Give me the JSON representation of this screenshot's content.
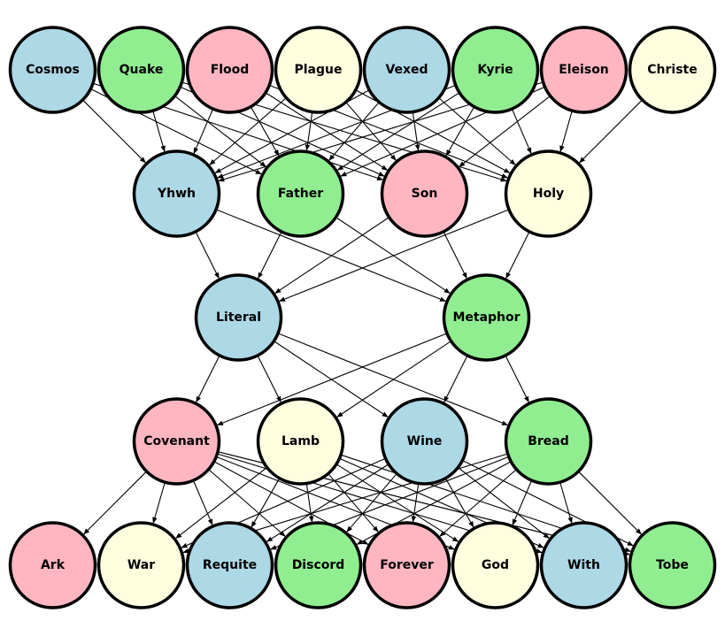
{
  "palette": {
    "blue": "#add8e6",
    "green": "#90ee90",
    "pink": "#ffb6c1",
    "yellow": "#ffffe0"
  },
  "layers": [
    [
      {
        "id": "cosmos",
        "label": "Cosmos",
        "color": "blue"
      },
      {
        "id": "quake",
        "label": "Quake",
        "color": "green"
      },
      {
        "id": "flood",
        "label": "Flood",
        "color": "pink"
      },
      {
        "id": "plague",
        "label": "Plague",
        "color": "yellow"
      },
      {
        "id": "vexed",
        "label": "Vexed",
        "color": "blue"
      },
      {
        "id": "kyrie",
        "label": "Kyrie",
        "color": "green"
      },
      {
        "id": "eleison",
        "label": "Eleison",
        "color": "pink"
      },
      {
        "id": "christe",
        "label": "Christe",
        "color": "yellow"
      }
    ],
    [
      {
        "id": "yhwh",
        "label": "Yhwh",
        "color": "blue"
      },
      {
        "id": "father",
        "label": "Father",
        "color": "green"
      },
      {
        "id": "son",
        "label": "Son",
        "color": "pink"
      },
      {
        "id": "holy",
        "label": "Holy",
        "color": "yellow"
      }
    ],
    [
      {
        "id": "literal",
        "label": "Literal",
        "color": "blue"
      },
      {
        "id": "metaphor",
        "label": "Metaphor",
        "color": "green"
      }
    ],
    [
      {
        "id": "covenant",
        "label": "Covenant",
        "color": "pink"
      },
      {
        "id": "lamb",
        "label": "Lamb",
        "color": "yellow"
      },
      {
        "id": "wine",
        "label": "Wine",
        "color": "blue"
      },
      {
        "id": "bread",
        "label": "Bread",
        "color": "green"
      }
    ],
    [
      {
        "id": "ark",
        "label": "Ark",
        "color": "pink"
      },
      {
        "id": "war",
        "label": "War",
        "color": "yellow"
      },
      {
        "id": "requite",
        "label": "Requite",
        "color": "blue"
      },
      {
        "id": "discord",
        "label": "Discord",
        "color": "green"
      },
      {
        "id": "forever",
        "label": "Forever",
        "color": "pink"
      },
      {
        "id": "god",
        "label": "God",
        "color": "yellow"
      },
      {
        "id": "with",
        "label": "With",
        "color": "blue"
      },
      {
        "id": "tobe",
        "label": "Tobe",
        "color": "green"
      }
    ]
  ],
  "edges": [
    [
      "cosmos",
      "yhwh"
    ],
    [
      "cosmos",
      "father"
    ],
    [
      "cosmos",
      "son"
    ],
    [
      "quake",
      "yhwh"
    ],
    [
      "quake",
      "father"
    ],
    [
      "quake",
      "son"
    ],
    [
      "quake",
      "holy"
    ],
    [
      "flood",
      "yhwh"
    ],
    [
      "flood",
      "father"
    ],
    [
      "flood",
      "son"
    ],
    [
      "flood",
      "holy"
    ],
    [
      "plague",
      "yhwh"
    ],
    [
      "plague",
      "father"
    ],
    [
      "plague",
      "son"
    ],
    [
      "plague",
      "holy"
    ],
    [
      "vexed",
      "yhwh"
    ],
    [
      "vexed",
      "father"
    ],
    [
      "vexed",
      "son"
    ],
    [
      "vexed",
      "holy"
    ],
    [
      "kyrie",
      "yhwh"
    ],
    [
      "kyrie",
      "father"
    ],
    [
      "kyrie",
      "son"
    ],
    [
      "kyrie",
      "holy"
    ],
    [
      "eleison",
      "yhwh"
    ],
    [
      "eleison",
      "father"
    ],
    [
      "eleison",
      "son"
    ],
    [
      "eleison",
      "holy"
    ],
    [
      "christe",
      "holy"
    ],
    [
      "yhwh",
      "literal"
    ],
    [
      "yhwh",
      "metaphor"
    ],
    [
      "father",
      "literal"
    ],
    [
      "father",
      "metaphor"
    ],
    [
      "son",
      "literal"
    ],
    [
      "son",
      "metaphor"
    ],
    [
      "holy",
      "literal"
    ],
    [
      "holy",
      "metaphor"
    ],
    [
      "literal",
      "covenant"
    ],
    [
      "literal",
      "lamb"
    ],
    [
      "literal",
      "wine"
    ],
    [
      "literal",
      "bread"
    ],
    [
      "metaphor",
      "covenant"
    ],
    [
      "metaphor",
      "lamb"
    ],
    [
      "metaphor",
      "wine"
    ],
    [
      "metaphor",
      "bread"
    ],
    [
      "covenant",
      "ark"
    ],
    [
      "covenant",
      "war"
    ],
    [
      "covenant",
      "requite"
    ],
    [
      "covenant",
      "discord"
    ],
    [
      "covenant",
      "forever"
    ],
    [
      "covenant",
      "god"
    ],
    [
      "covenant",
      "with"
    ],
    [
      "covenant",
      "tobe"
    ],
    [
      "lamb",
      "war"
    ],
    [
      "lamb",
      "requite"
    ],
    [
      "lamb",
      "discord"
    ],
    [
      "lamb",
      "forever"
    ],
    [
      "lamb",
      "god"
    ],
    [
      "lamb",
      "with"
    ],
    [
      "lamb",
      "tobe"
    ],
    [
      "wine",
      "war"
    ],
    [
      "wine",
      "requite"
    ],
    [
      "wine",
      "discord"
    ],
    [
      "wine",
      "forever"
    ],
    [
      "wine",
      "god"
    ],
    [
      "wine",
      "with"
    ],
    [
      "wine",
      "tobe"
    ],
    [
      "bread",
      "war"
    ],
    [
      "bread",
      "requite"
    ],
    [
      "bread",
      "discord"
    ],
    [
      "bread",
      "forever"
    ],
    [
      "bread",
      "god"
    ],
    [
      "bread",
      "with"
    ],
    [
      "bread",
      "tobe"
    ]
  ]
}
